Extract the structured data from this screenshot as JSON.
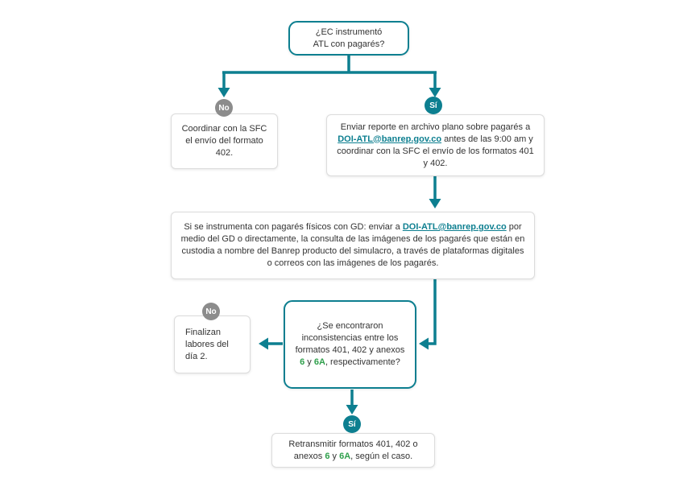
{
  "labels": {
    "no": "No",
    "si": "Sí"
  },
  "colors": {
    "teal": "#0d7f90",
    "green": "#2fa04c",
    "gray": "#8c8c8c"
  },
  "nodes": {
    "start": {
      "line1": "¿EC instrumentó",
      "line2": "ATL con pagarés?"
    },
    "no_branch": {
      "text": "Coordinar con la SFC el envío del formato 402."
    },
    "si_branch": {
      "pre": "Enviar reporte en archivo plano sobre pagarés a ",
      "link": "DOI-ATL@banrep.gov.co",
      "post": " antes de las 9:00 am y coordinar con la SFC el envío de los formatos 401 y 402."
    },
    "gd_note": {
      "pre": "Si se instrumenta con pagarés físicos con GD: enviar a ",
      "link": "DOI-ATL@banrep.gov.co",
      "post": " por medio del GD o directamente, la consulta de las imágenes de los pagarés que están en custodia a nombre del Banrep producto del simulacro, a través de plataformas digitales o correos con las imágenes de los pagarés."
    },
    "decision2": {
      "pre": "¿Se encontraron inconsistencias entre los formatos 401, 402 y anexos ",
      "g1": "6",
      "mid": " y ",
      "g2": "6A",
      "post": ", respectivamente?"
    },
    "finalize": {
      "text": "Finalizan labores del día 2."
    },
    "retransmit": {
      "pre": "Retransmitir formatos 401, 402 o anexos ",
      "g1": "6",
      "mid": " y ",
      "g2": "6A",
      "post": ", según el caso."
    }
  }
}
